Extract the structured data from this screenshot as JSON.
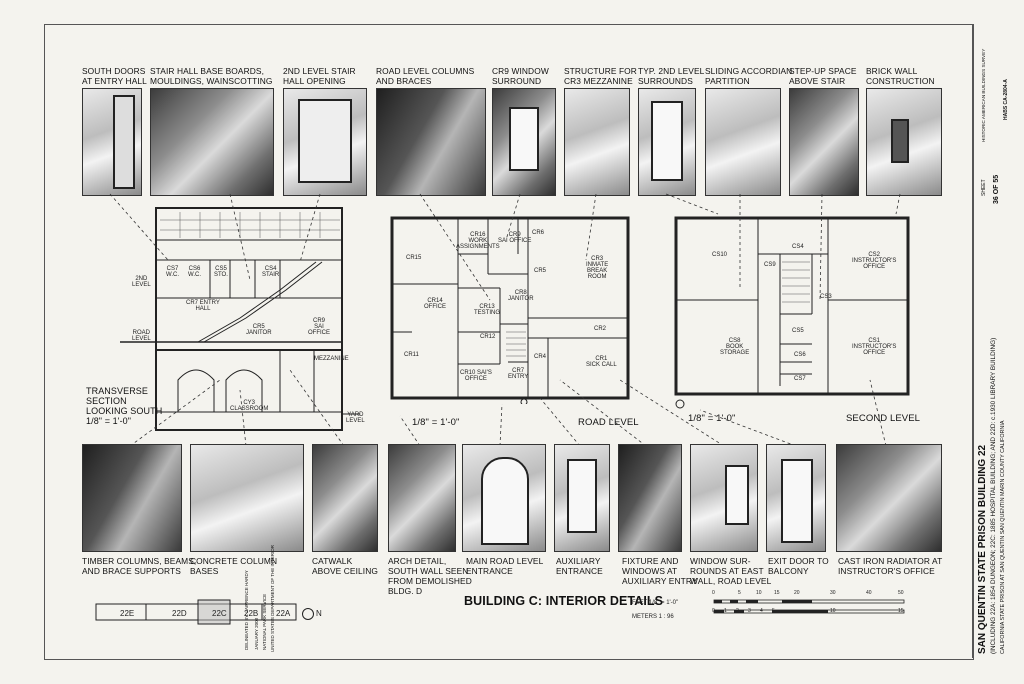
{
  "sheet": {
    "title": "BUILDING C: INTERIOR DETAILS",
    "scale_feet": "FEET 1/8\" = 1'-0\"",
    "scale_meters": "METERS 1 : 96",
    "scale_feet_ticks": [
      "0",
      "5",
      "10",
      "15",
      "20",
      "30",
      "40",
      "50"
    ],
    "scale_meter_ticks": [
      "0",
      "1",
      "2",
      "3",
      "4",
      "5",
      "10",
      "15"
    ],
    "delineator": "DELINEATED BY: LAWRENCE HARDY",
    "agency_lines": [
      "NATIONAL PARK SERVICE",
      "UNITED STATES DEPARTMENT OF THE INTERIOR",
      "JANUARY 2003"
    ],
    "north_label": "N",
    "key_plan": [
      "22E",
      "22D",
      "22C",
      "22B",
      "22A"
    ]
  },
  "titleblock": {
    "project": "SAN QUENTIN STATE PRISON BUILDING 22",
    "subtitle": "(INCLUDING 22A: 1854 DUNGEON; 22C: 1885 HOSPITAL BUILDING; AND 22D: c.1930 LIBRARY BUILDING)",
    "location": "CALIFORNIA STATE PRISON AT SAN QUENTIN      SAN QUENTIN      MARIN COUNTY      CALIFORNIA",
    "survey": "HISTORIC AMERICAN BUILDINGS SURVEY",
    "habs": "HABS CA-2804-A",
    "sheet_label": "SHEET",
    "sheet_num": "36 OF 55"
  },
  "top_captions": [
    "SOUTH DOORS\nAT ENTRY HALL",
    "STAIR HALL BASE BOARDS,\nMOULDINGS, WAINSCOTTING",
    "2ND LEVEL STAIR\nHALL OPENING",
    "ROAD LEVEL COLUMNS\nAND BRACES",
    "CR9 WINDOW\nSURROUND",
    "STRUCTURE FOR\nCR3 MEZZANINE",
    "TYP. 2ND LEVEL\nSURROUNDS",
    "SLIDING ACCORDIAN\nPARTITION",
    "STEP-UP SPACE\nABOVE STAIR",
    "BRICK WALL\nCONSTRUCTION"
  ],
  "bottom_captions": [
    "TIMBER COLUMNS, BEAMS,\nAND BRACE SUPPORTS",
    "CONCRETE COLUMN\nBASES",
    "CATWALK\nABOVE CEILING",
    "ARCH DETAIL,\nSOUTH WALL SEEN\nFROM DEMOLISHED\nBLDG. D",
    "MAIN ROAD LEVEL\nENTRANCE",
    "AUXILIARY\nENTRANCE",
    "FIXTURE AND\nWINDOWS AT\nAUXILIARY ENTRY",
    "WINDOW SUR-\nROUNDS AT EAST\nWALL, ROAD LEVEL",
    "EXIT DOOR TO\nBALCONY",
    "CAST IRON RADIATOR AT\nINSTRUCTOR'S OFFICE"
  ],
  "section": {
    "label": "TRANSVERSE\nSECTION\nLOOKING SOUTH\n1/8\" = 1'-0\"",
    "level_2nd": "2ND\nLEVEL",
    "level_road": "ROAD\nLEVEL",
    "level_yard": "YARD\nLEVEL",
    "rooms": [
      "CS7\nW.C.",
      "CS6\nW.C.",
      "CS5\nSTO.",
      "CS4\nSTAIR",
      "CR7 ENTRY\nHALL",
      "CR5\nJANITOR",
      "CR9\nSAI\nOFFICE",
      "MEZZANINE",
      "CY3\nCLASSROOM"
    ]
  },
  "road_plan": {
    "label": "ROAD LEVEL",
    "scale": "1/8\" = 1'-0\"",
    "rooms": [
      "CR15",
      "CR16\nWORK\nASSIGNMENTS",
      "CR9\nSAI OFFICE",
      "CR6",
      "CR3\nINMATE\nBREAK\nROOM",
      "CR14\nOFFICE",
      "CR13\nTESTING",
      "CR8\nJANITOR",
      "CR5",
      "CR12",
      "CR2",
      "CR11",
      "CR10 SAI'S\nOFFICE",
      "CR7\nENTRY",
      "CR4",
      "CR1\nSICK CALL"
    ]
  },
  "second_plan": {
    "label": "SECOND LEVEL",
    "scale": "1/8\" = 1'-0\"",
    "rooms": [
      "CS10",
      "CS9",
      "CS4",
      "CS2\nINSTRUCTOR'S\nOFFICE",
      "CS3",
      "CS8\nBOOK\nSTORAGE",
      "CS5",
      "CS6",
      "CS7",
      "CS1\nINSTRUCTOR'S\nOFFICE"
    ]
  }
}
